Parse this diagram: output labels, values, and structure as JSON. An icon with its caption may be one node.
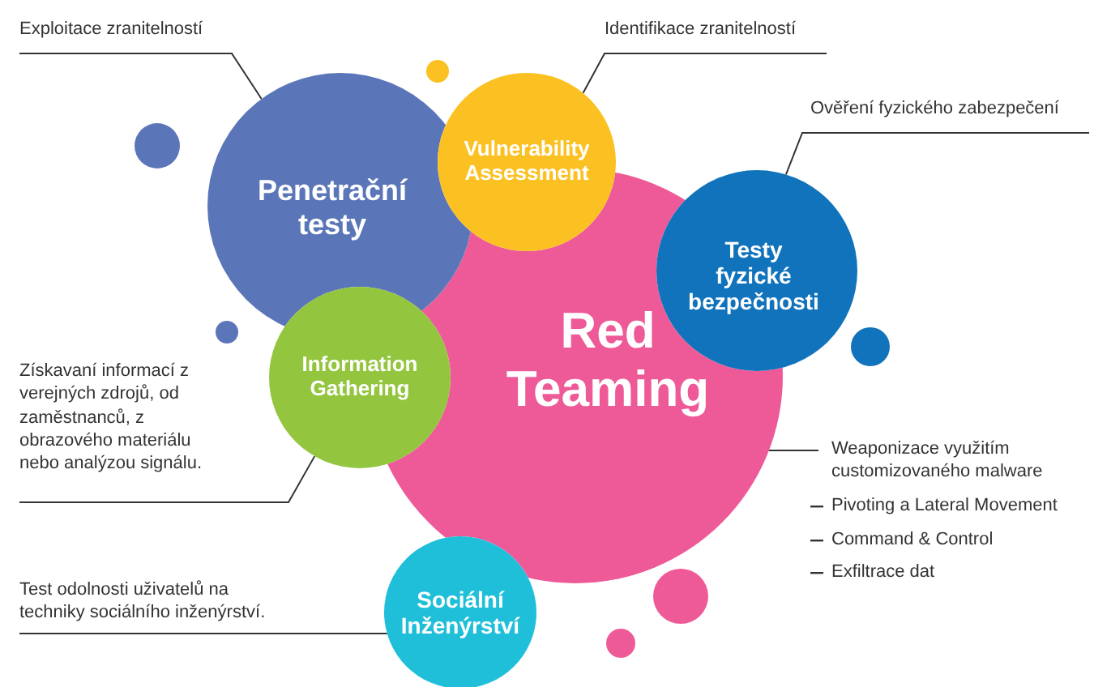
{
  "diagram": {
    "nodes": [
      {
        "text": [
          "Penetrační testy"
        ]
      },
      {
        "text": [
          "Vulnerability Assessment"
        ]
      },
      {
        "text": [
          "Red Teaming"
        ]
      },
      {
        "text": [
          "Testy fyzické bezpečnosti"
        ]
      },
      {
        "text": [
          "Information Gathering"
        ]
      },
      {
        "text": [
          "Sociální Inženýrství"
        ]
      },
      {
        "text": [
          "Exploitace zranitelností"
        ]
      },
      {
        "text": [
          "Identifikace zranitelností"
        ]
      },
      {
        "text": [
          "Ověření fyzického zabezpečení"
        ]
      },
      {
        "text": [
          "Získavaní informací z verejných zdrojů, od zaměstnanců, z obrazového materiálu nebo analýzou signálu."
        ]
      },
      {
        "text": [
          "Test odolnosti uživatelů na techniky sociálního inženýrství."
        ]
      },
      {
        "text": [
          "Weaponizace využitím customizovaného malware"
        ]
      }
    ],
    "edges": [
      {
        "from": 6,
        "to": 0,
        "arrow": "none"
      },
      {
        "from": 7,
        "to": 1,
        "arrow": "none"
      },
      {
        "from": 8,
        "to": 3,
        "arrow": "none"
      },
      {
        "from": 9,
        "to": 4,
        "arrow": "none"
      },
      {
        "from": 10,
        "to": 5,
        "arrow": "none"
      },
      {
        "from": 11,
        "to": 2,
        "arrow": "none"
      }
    ],
    "labels": [
      "Pivoting a Lateral Movement",
      "Command & Control",
      "Exfiltrace dat"
    ]
  }
}
